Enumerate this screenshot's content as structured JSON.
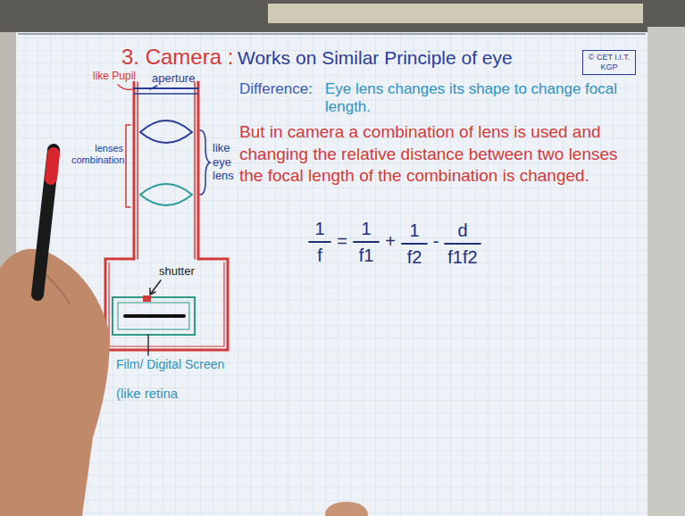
{
  "diagram": {
    "title": "3. Camera :",
    "nodes": [
      {
        "text": [
          "© CET I.I.T. KGP"
        ]
      }
    ],
    "labels": [
      "like Pupil",
      "aperture",
      "Works on Similar Principle of eye",
      "Difference:",
      "Eye lens changes its shape to change focal length.",
      "lenses combination",
      "like eye lens",
      "But in camera a combination of lens is used and changing the relative distance between two lenses the focal length of the combination is changed.",
      "1",
      "f",
      "=",
      "1",
      "f1",
      "+",
      "1",
      "f2",
      "-",
      "d",
      "f1f2",
      "shutter",
      "Film/ Digital Screen",
      "(like retina"
    ]
  }
}
